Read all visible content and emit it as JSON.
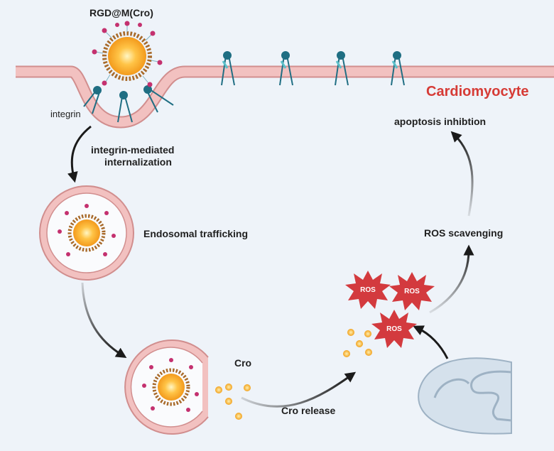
{
  "labels": {
    "nanoparticle": "RGD@M(Cro)",
    "cell": "Cardiomyocyte",
    "integrin": "integrin",
    "internalization_line1": "integrin-mediated",
    "internalization_line2": "internalization",
    "endosomal": "Endosomal trafficking",
    "cro": "Cro",
    "cro_release": "Cro release",
    "ros_scavenging": "ROS scavenging",
    "apoptosis": "apoptosis inhibtion"
  },
  "ros_badges": [
    "ROS",
    "ROS",
    "ROS"
  ],
  "colors": {
    "background": "#eef3f9",
    "membrane": "#f2c1c0",
    "membrane_stroke": "#d18e8e",
    "lipid": "#a86a2a",
    "core": "#f7b02e",
    "ligand": "#c4316f",
    "integrin": "#1f6e83",
    "ros": "#d33a3e",
    "cell_label": "#d63b36",
    "mitochondrion": "#d5e1ec"
  },
  "icons": [
    "nanoparticle-icon",
    "integrin-receptor-icon",
    "endosome-icon",
    "ros-icon",
    "mitochondrion-icon"
  ]
}
